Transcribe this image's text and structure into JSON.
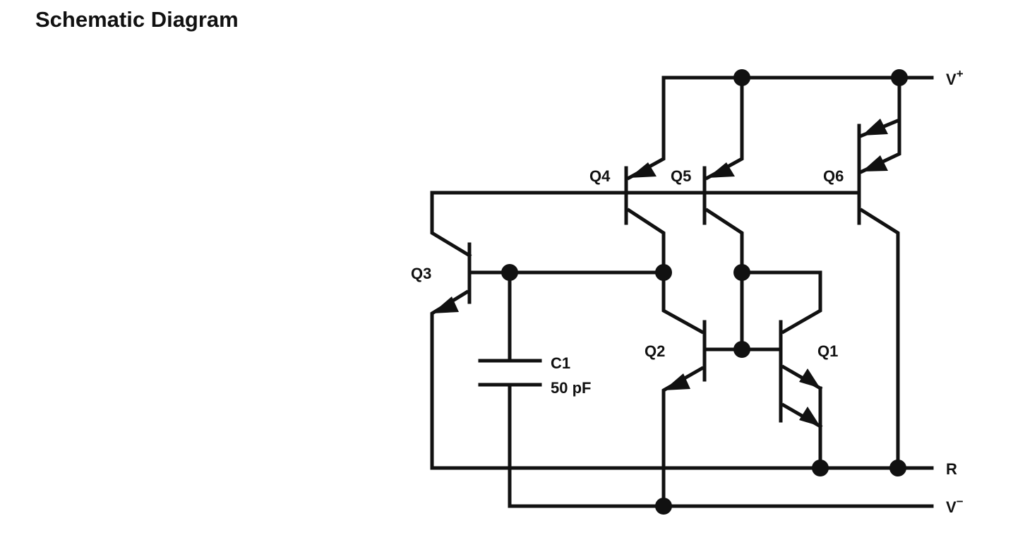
{
  "title": "Schematic Diagram",
  "components": {
    "q1": "Q1",
    "q2": "Q2",
    "q3": "Q3",
    "q4": "Q4",
    "q5": "Q5",
    "q6": "Q6",
    "c1_name": "C1",
    "c1_value": "50 pF"
  },
  "terminals": {
    "v_plus": "V",
    "v_plus_sup": "+",
    "r": "R",
    "v_minus": "V",
    "v_minus_sup": "−"
  }
}
